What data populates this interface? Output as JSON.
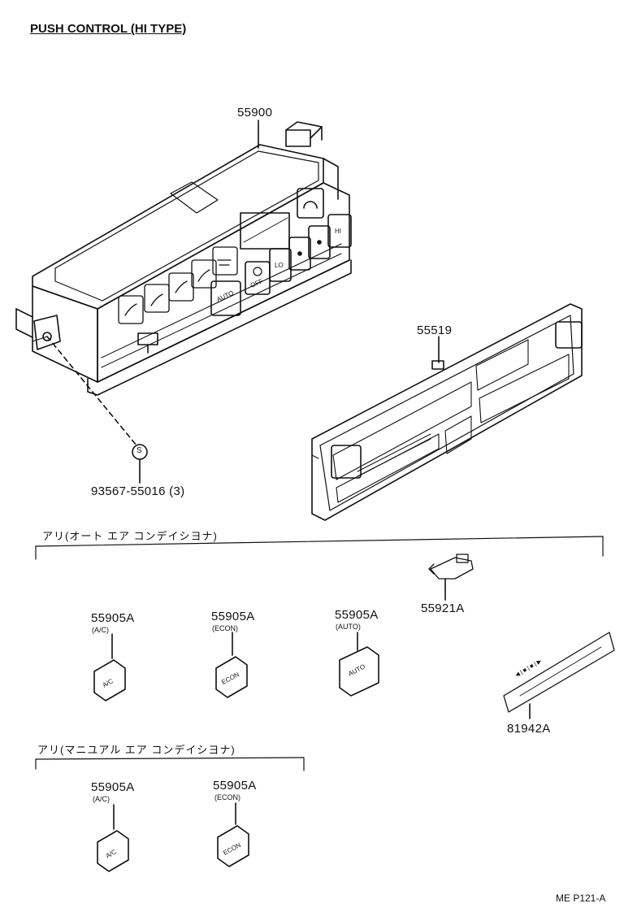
{
  "title": "PUSH CONTROL (HI TYPE)",
  "parts": {
    "p55900": "55900",
    "p55519": "55519",
    "screw_mark": "S",
    "screw_label": "93567-55016 (3)",
    "p55921a": "55921A",
    "p81942a": "81942A"
  },
  "auto_group": {
    "heading": "アリ(オート エア コンデイシヨナ)",
    "items": [
      {
        "part": "55905A",
        "sub": "(A/C)",
        "face": "A/C"
      },
      {
        "part": "55905A",
        "sub": "(ECON)",
        "face": "ECON"
      },
      {
        "part": "55905A",
        "sub": "(AUTO)",
        "face": "AUTO"
      }
    ]
  },
  "manual_group": {
    "heading": "アリ(マニユアル エア コンデイシヨナ)",
    "items": [
      {
        "part": "55905A",
        "sub": "(A/C)",
        "face": "A/C"
      },
      {
        "part": "55905A",
        "sub": "(ECON)",
        "face": "ECON"
      }
    ]
  },
  "unit_buttons": {
    "auto": "AUTO",
    "off": "OFF",
    "lo": "LO",
    "hi": "HI"
  },
  "code": "ME P121-A"
}
